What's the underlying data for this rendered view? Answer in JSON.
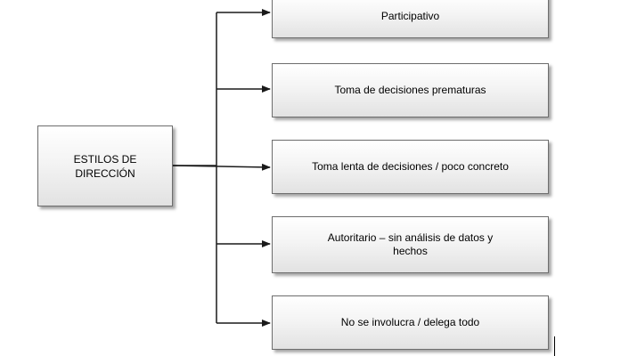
{
  "diagram": {
    "root": {
      "label": "ESTILOS DE DIRECCIÓN"
    },
    "branches": [
      {
        "label": "Participativo"
      },
      {
        "label": "Toma de decisiones prematuras"
      },
      {
        "label": "Toma lenta de decisiones / poco concreto"
      },
      {
        "label": "Autoritario – sin análisis de datos y hechos"
      },
      {
        "label": "No se involucra / delega todo"
      }
    ],
    "colors": {
      "line": "#1a1a1a",
      "box_border": "#6d6d6d",
      "box_fill_top": "#ffffff",
      "box_fill_bottom": "#e2e2e2"
    }
  }
}
